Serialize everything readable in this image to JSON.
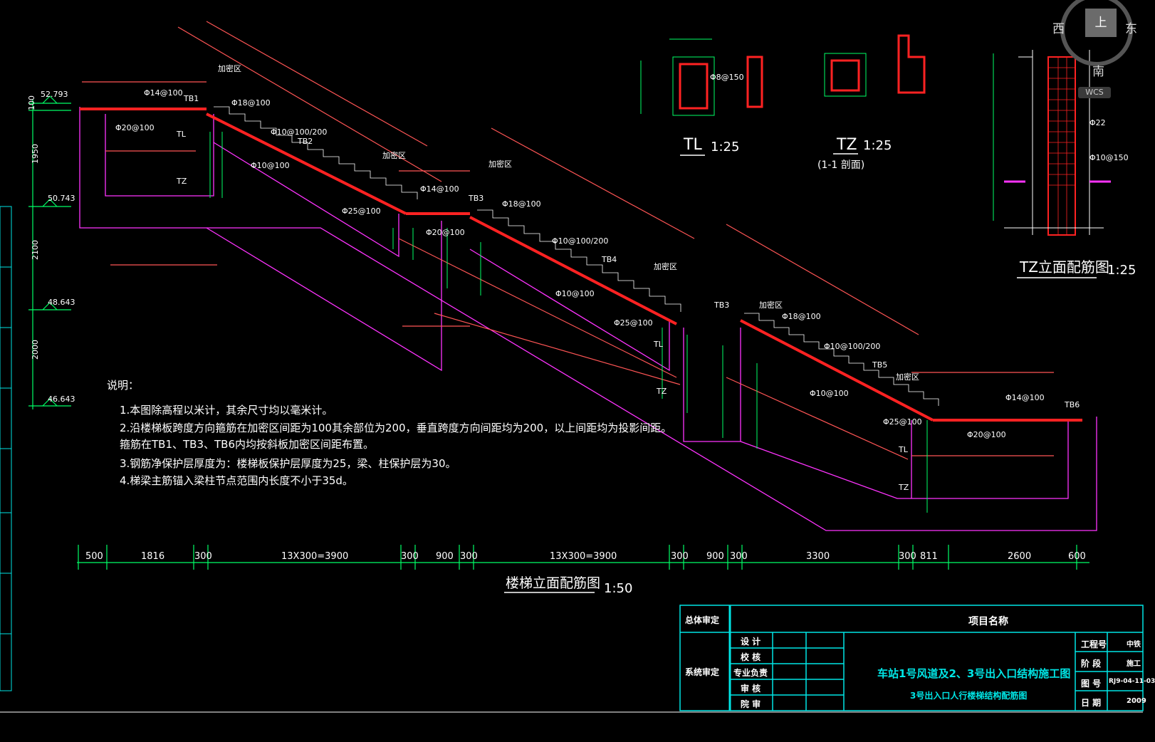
{
  "viewcube": {
    "top": "上",
    "west": "西",
    "east": "东",
    "south": "南",
    "wcs": "WCS"
  },
  "levels": [
    "52.793",
    "50.743",
    "48.643",
    "46.643"
  ],
  "level_dims": [
    "100",
    "1950",
    "2100",
    "2000"
  ],
  "main_title": "楼梯立面配筋图",
  "main_scale": "1:50",
  "tl_title": "TL",
  "tl_scale": "1:25",
  "tz_title": "TZ",
  "tz_scale": "1:25",
  "tz_sub": "(1-1 剖面)",
  "tz_elev_title": "TZ立面配筋图",
  "tz_elev_scale": "1:25",
  "bottom_dims": [
    "500",
    "1816",
    "300",
    "13X300=3900",
    "300",
    "900",
    "300",
    "13X300=3900",
    "300",
    "900",
    "300",
    "3300",
    "300",
    "811",
    "2600",
    "600"
  ],
  "notes": {
    "title": "说明：",
    "lines": [
      "1.本图除高程以米计，其余尺寸均以毫米计。",
      "2.沿楼梯板跨度方向箍筋在加密区间距为100其余部位为200，垂直跨度方向间距均为200，以上间距均为投影间距。",
      "   箍筋在TB1、TB3、TB6内均按斜板加密区间距布置。",
      "3.钢筋净保护层厚度为：楼梯板保护层厚度为25，梁、柱保护层为30。",
      "4.梯梁主筋锚入梁柱节点范围内长度不小于35d。"
    ]
  },
  "title_block": {
    "review_total": "总体审定",
    "review_system": "系统审定",
    "project_name": "项目名称",
    "roles": [
      "设 计",
      "校 核",
      "专业负责",
      "审 核",
      "院 审"
    ],
    "drawing_title": "车站1号风道及2、3号出入口结构施工图",
    "drawing_subtitle": "3号出入口人行楼梯结构配筋图",
    "fields": [
      "工程号",
      "阶 段",
      "图 号",
      "日 期"
    ],
    "values": [
      "中铁",
      "施工",
      "RJ9-04-11-03",
      "2009"
    ]
  },
  "labels": {
    "rebar": [
      "Φ14@100",
      "Φ20@100",
      "Φ18@100",
      "Φ10@100/200",
      "Φ10@100",
      "Φ25@100",
      "Φ8@150",
      "Φ22",
      "Φ10@150"
    ],
    "members": [
      "TB1",
      "TB2",
      "TB3",
      "TB4",
      "TB5",
      "TB6",
      "TL",
      "TZ"
    ],
    "dense": "加密区"
  }
}
